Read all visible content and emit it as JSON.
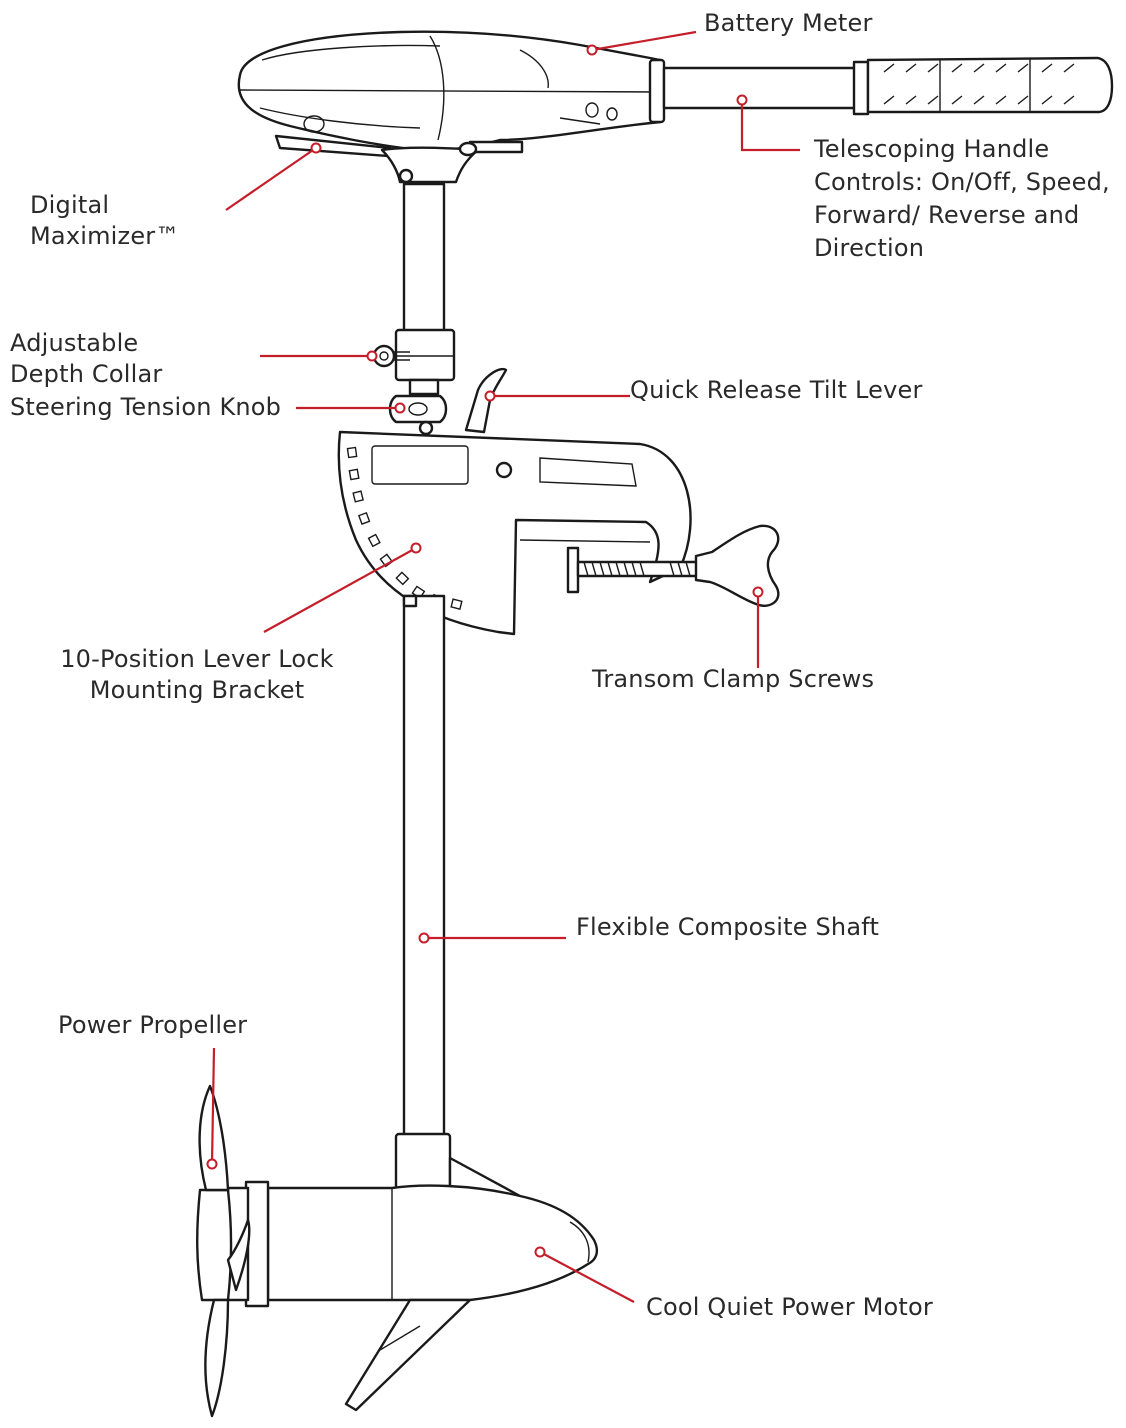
{
  "colors": {
    "accent": "#c41e2a",
    "ink": "#1a1a1a",
    "text": "#2a2a2a"
  },
  "labels": {
    "battery_meter": "Battery Meter",
    "telescoping_handle": "Telescoping Handle\nControls: On/Off, Speed,\nForward/ Reverse and\nDirection",
    "digital_maximizer": "Digital\nMaximizer™",
    "depth_collar": "Adjustable\nDepth Collar",
    "steering_knob": "Steering Tension Knob",
    "tilt_lever": "Quick Release Tilt Lever",
    "mounting_bracket": "10-Position Lever Lock\nMounting Bracket",
    "transom_clamp": "Transom Clamp Screws",
    "composite_shaft": "Flexible Composite Shaft",
    "power_propeller": "Power Propeller",
    "power_motor": "Cool Quiet Power Motor"
  }
}
